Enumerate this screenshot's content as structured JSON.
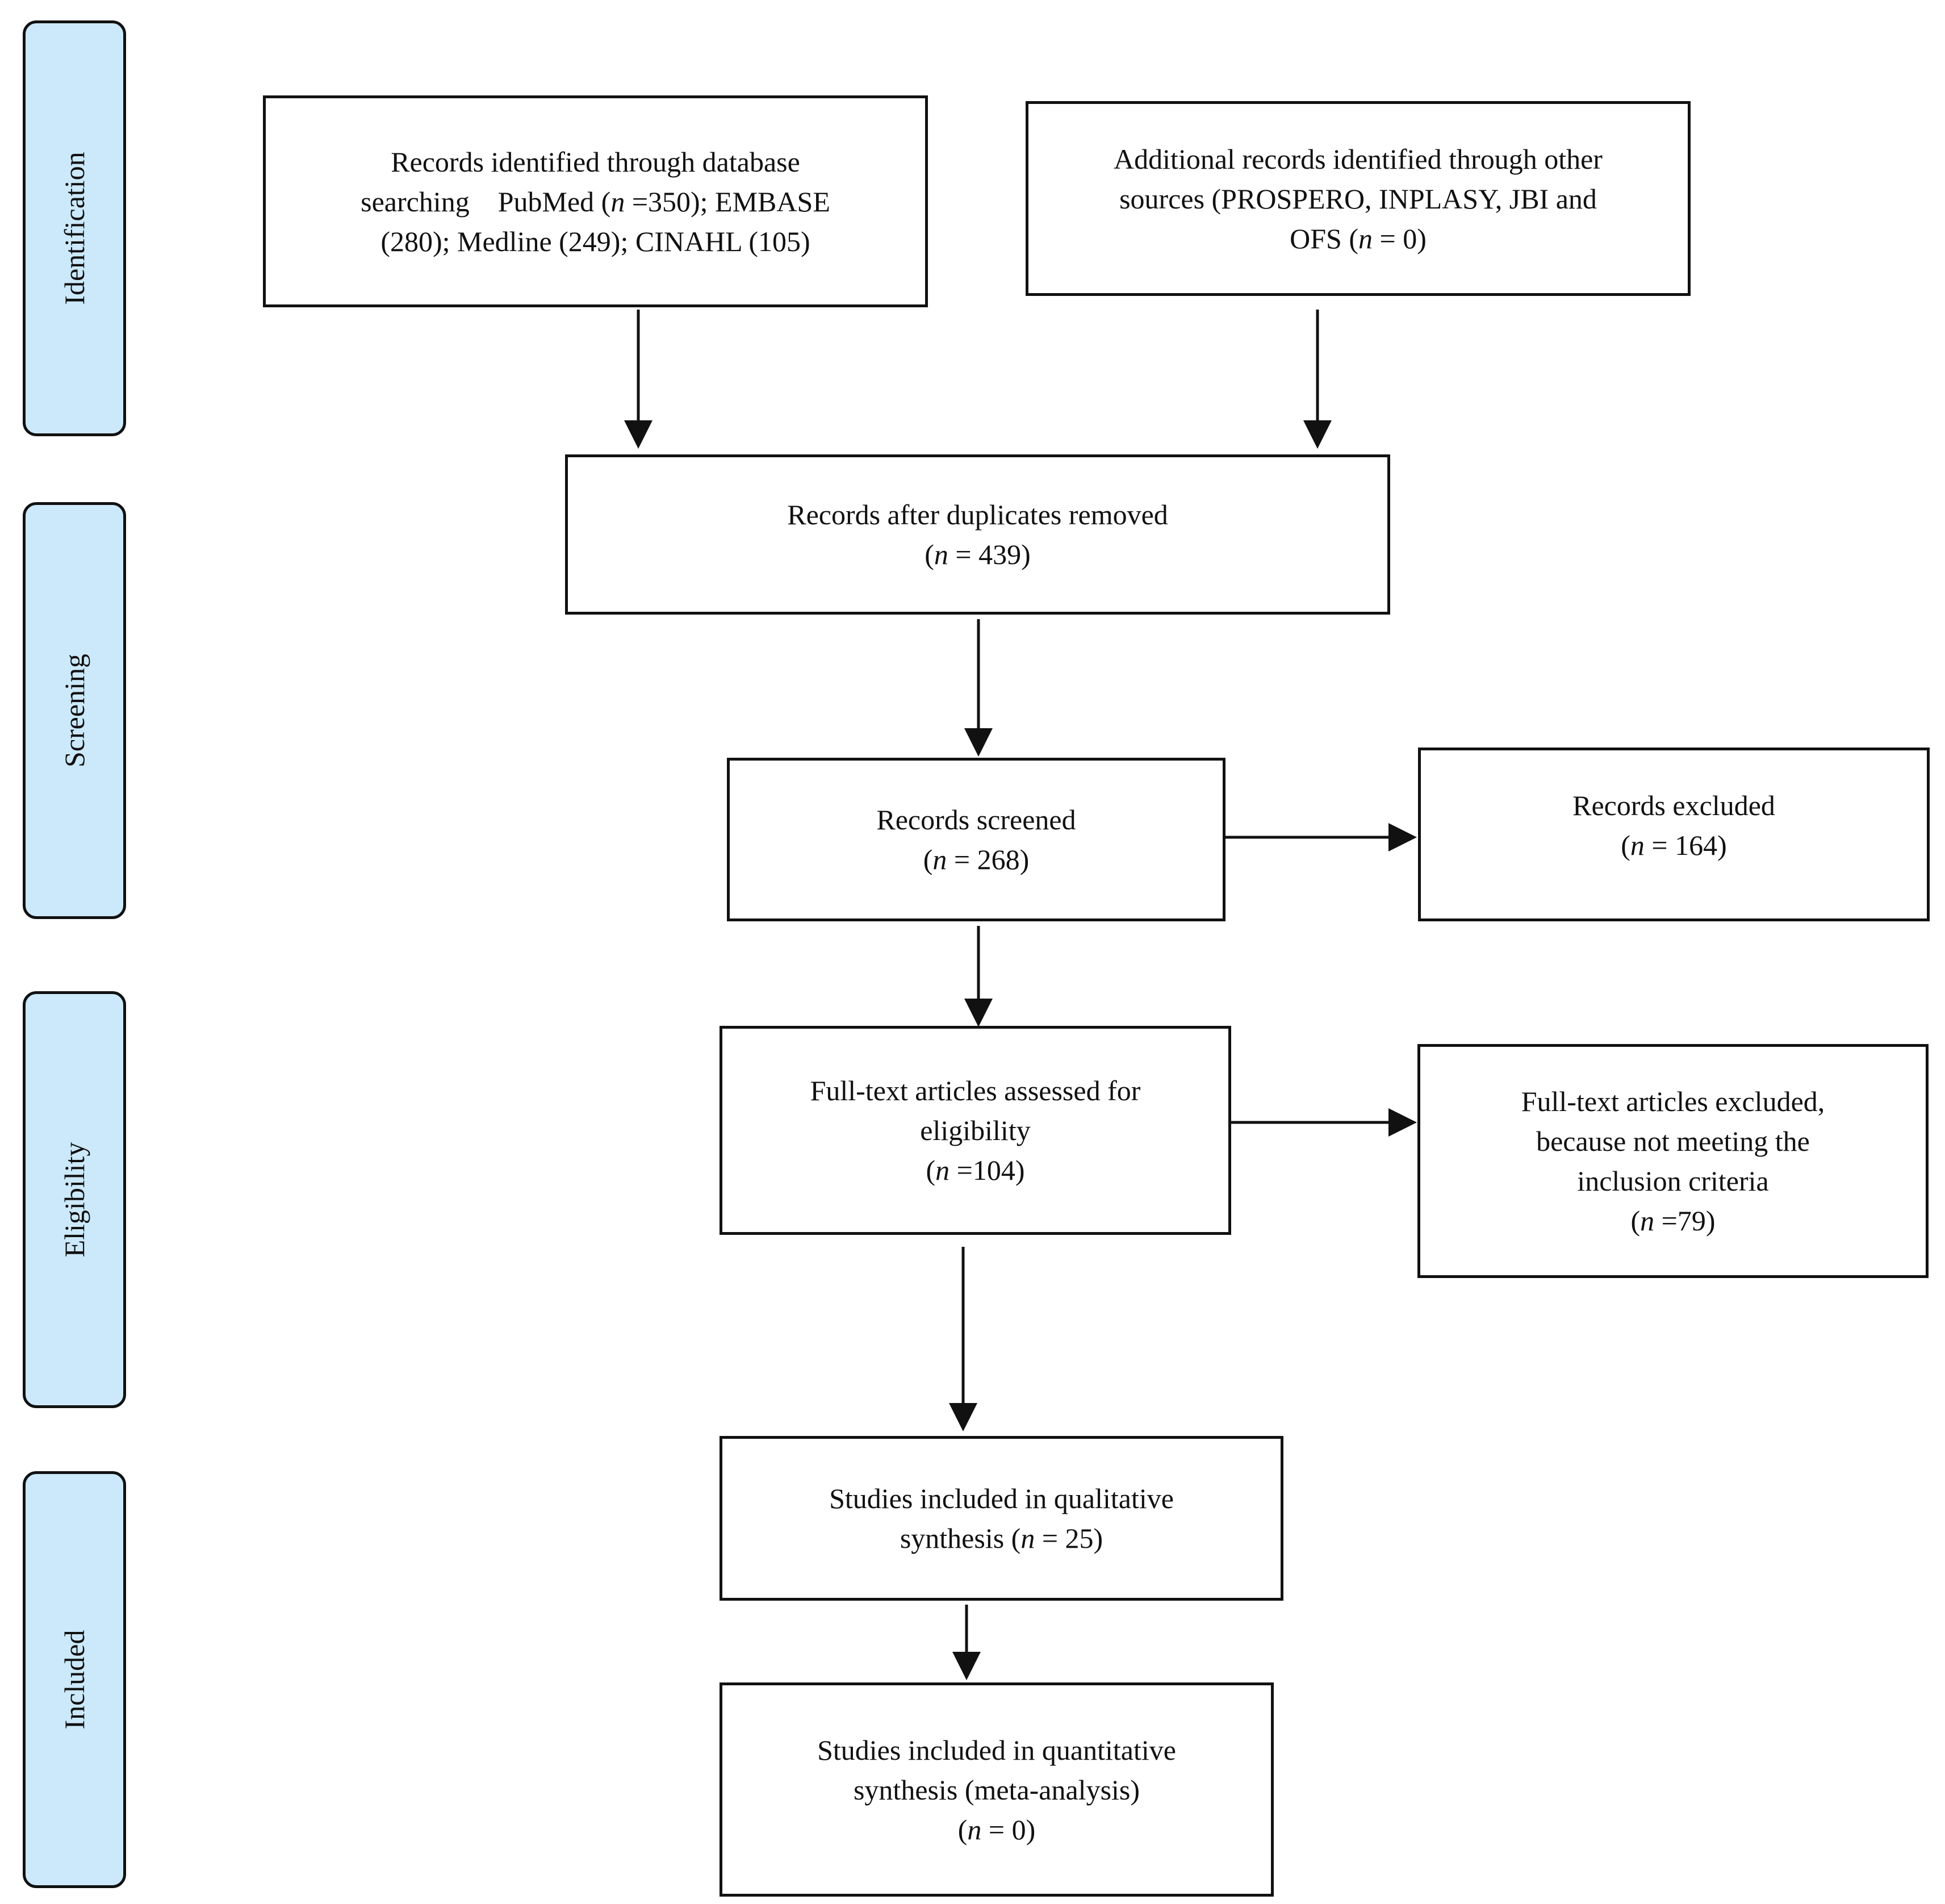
{
  "phases": {
    "identification": "Identification",
    "screening": "Screening",
    "eligibility": "Eligibility",
    "included": "Included"
  },
  "boxes": {
    "database": {
      "line1": "Records identified through database",
      "line2_pre": "searching    PubMed (",
      "n_symbol": "n",
      "line2_post": " =350); EMBASE",
      "line3": "(280); Medline (249); CINAHL (105)"
    },
    "other_sources": {
      "line1": "Additional records identified through other",
      "line2": "sources (PROSPERO, INPLASY, JBI and",
      "line3_pre": "OFS (",
      "n_symbol": "n",
      "line3_post": " = 0)"
    },
    "duplicates_removed": {
      "line1": "Records after duplicates removed",
      "count_pre": "(",
      "n_symbol": "n",
      "count_post": " = 439)"
    },
    "screened": {
      "line1": "Records screened",
      "count_pre": "(",
      "n_symbol": "n",
      "count_post": " = 268)"
    },
    "excluded": {
      "line1": "Records excluded",
      "count_pre": "(",
      "n_symbol": "n",
      "count_post": " = 164)"
    },
    "fulltext_assessed": {
      "line1": "Full-text articles assessed for",
      "line2": "eligibility",
      "count_pre": "(",
      "n_symbol": "n",
      "count_post": " =104)"
    },
    "fulltext_excluded": {
      "line1": "Full-text articles excluded,",
      "line2": "because not meeting the",
      "line3": "inclusion criteria",
      "count_pre": "(",
      "n_symbol": "n",
      "count_post": " =79)"
    },
    "qualitative": {
      "line1": "Studies included in qualitative",
      "line2_pre": "synthesis (",
      "n_symbol": "n",
      "line2_post": " = 25)"
    },
    "quantitative": {
      "line1": "Studies included in quantitative",
      "line2": "synthesis (meta-analysis)",
      "count_pre": "(",
      "n_symbol": "n",
      "count_post": " = 0)"
    }
  }
}
